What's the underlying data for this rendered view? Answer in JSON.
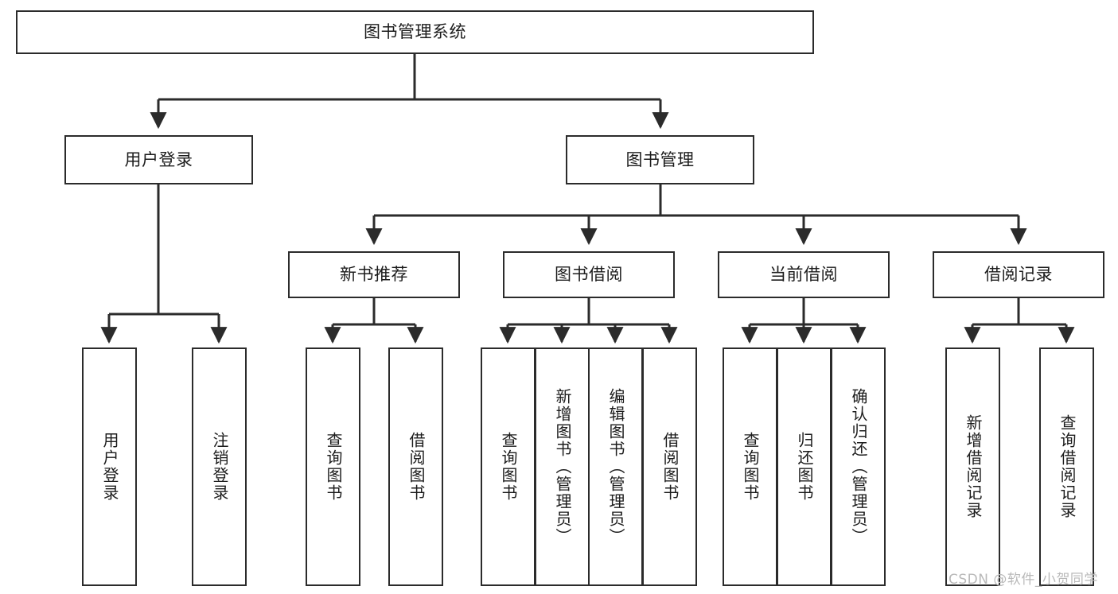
{
  "diagram": {
    "title": "图书管理系统",
    "type": "tree",
    "stroke_color": "#2b2b2b",
    "fill_color": "#ffffff",
    "text_color": "#1c1c1c"
  },
  "nodes": {
    "root": {
      "label": "图书管理系统"
    },
    "level2": [
      {
        "id": "user-login",
        "label": "用户登录"
      },
      {
        "id": "book-manage",
        "label": "图书管理"
      }
    ],
    "level3": [
      {
        "id": "new-book-recommend",
        "label": "新书推荐"
      },
      {
        "id": "book-borrow",
        "label": "图书借阅"
      },
      {
        "id": "current-borrow",
        "label": "当前借阅"
      },
      {
        "id": "borrow-record",
        "label": "借阅记录"
      }
    ],
    "leaves": {
      "user_login": [
        {
          "id": "leaf-user-login",
          "label": "用户登录"
        },
        {
          "id": "leaf-logout-login",
          "label": "注销登录"
        }
      ],
      "new_book_recommend": [
        {
          "id": "leaf-query-book-1",
          "label": "查询图书"
        },
        {
          "id": "leaf-borrow-book-1",
          "label": "借阅图书"
        }
      ],
      "book_borrow": [
        {
          "id": "leaf-query-book-2",
          "label": "查询图书"
        },
        {
          "id": "leaf-add-book",
          "label": "新增图书（管理员）"
        },
        {
          "id": "leaf-edit-book",
          "label": "编辑图书（管理员）"
        },
        {
          "id": "leaf-borrow-book-2",
          "label": "借阅图书"
        }
      ],
      "current_borrow": [
        {
          "id": "leaf-query-book-3",
          "label": "查询图书"
        },
        {
          "id": "leaf-return-book",
          "label": "归还图书"
        },
        {
          "id": "leaf-confirm-return",
          "label": "确认归还（管理员）"
        }
      ],
      "borrow_record": [
        {
          "id": "leaf-add-record",
          "label": "新增借阅记录"
        },
        {
          "id": "leaf-query-record",
          "label": "查询借阅记录"
        }
      ]
    }
  },
  "watermark": {
    "text": "CSDN @软件_小贺同学"
  }
}
